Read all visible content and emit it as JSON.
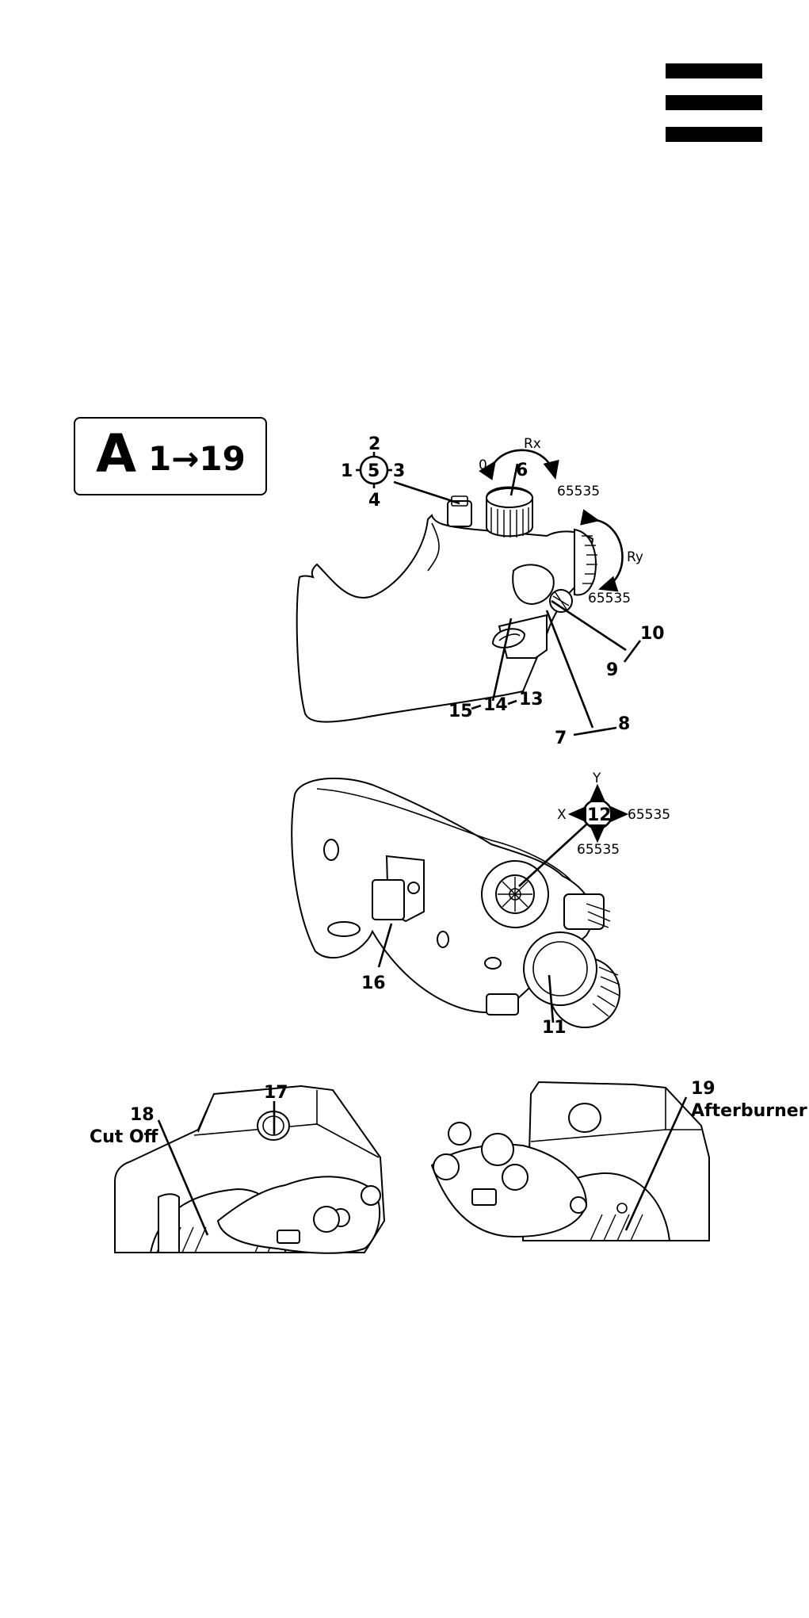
{
  "menu": {
    "icon": "hamburger-menu-icon"
  },
  "section": {
    "letter": "A",
    "range": "1→19"
  },
  "callouts": {
    "n1": "1",
    "n2": "2",
    "n3": "3",
    "n4": "4",
    "n5": "5",
    "n6": "6",
    "n7": "7",
    "n8": "8",
    "n9": "9",
    "n10": "10",
    "n11": "11",
    "n12": "12",
    "n13": "13",
    "n14": "14",
    "n15": "15",
    "n16": "16",
    "n17": "17",
    "n18": "18",
    "n19": "19"
  },
  "axes": {
    "rx_label": "Rx",
    "rx_min": "0",
    "rx_max": "65535",
    "ry_label": "Ry",
    "ry_min": "0",
    "ry_max": "65535",
    "x_label": "X",
    "x_max": "65535",
    "y_label": "Y",
    "y_max": "65535"
  },
  "labels": {
    "cut_off": "Cut Off",
    "afterburner": "Afterburner"
  }
}
